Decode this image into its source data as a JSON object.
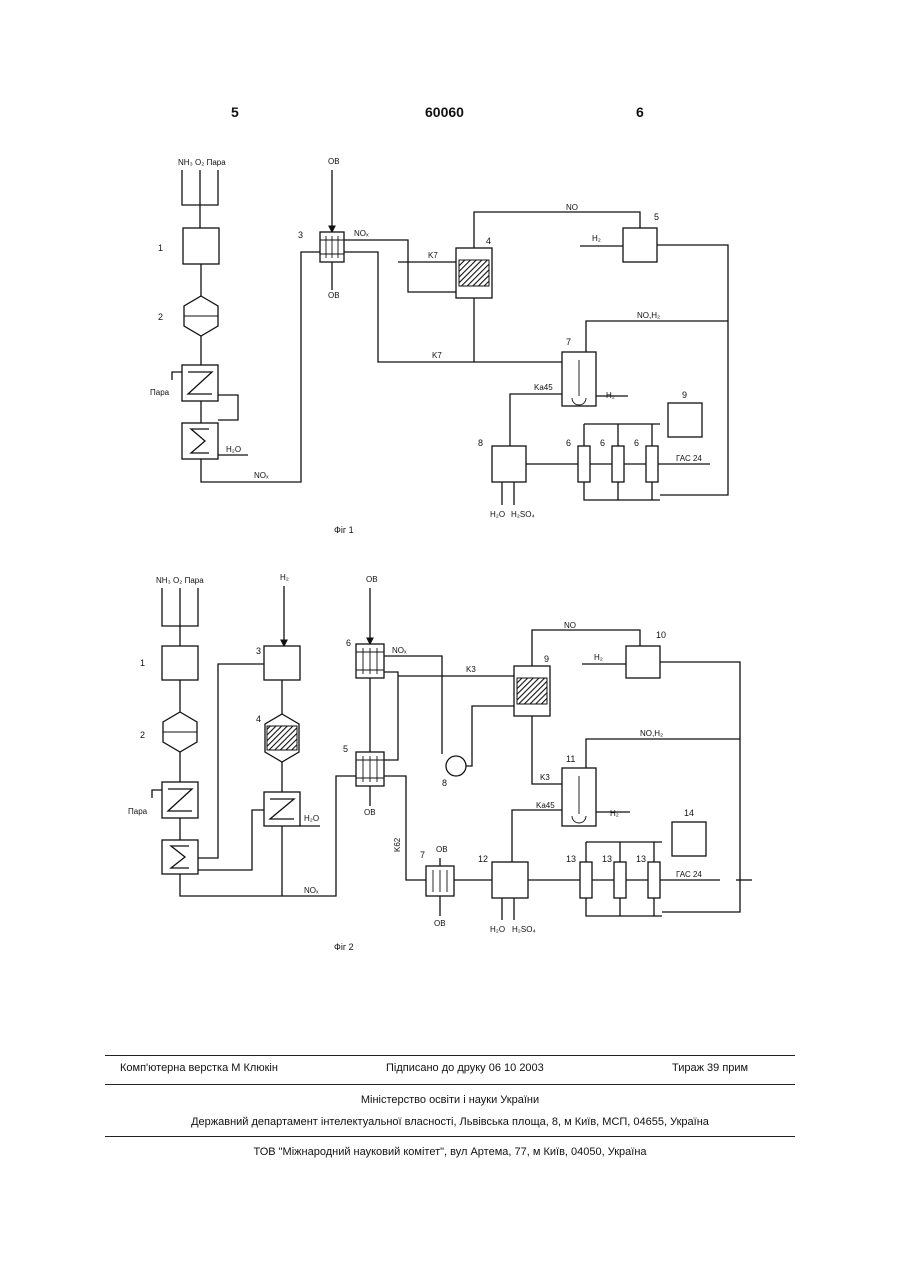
{
  "header": {
    "left_page": "5",
    "patent_number": "60060",
    "right_page": "6"
  },
  "fig1": {
    "caption": "Фіг 1",
    "feeds": "NH₃ O₂ Пара",
    "labels": {
      "ob_in": "OB",
      "ob_out": "OB",
      "nox_top": "NOₓ",
      "nox_bottom": "NOₓ",
      "no": "NO",
      "h2_5": "H₂",
      "k7_a": "K7",
      "k7_b": "K7",
      "no_h2": "NO,H₂",
      "ka45": "Ka45",
      "h2_7": "H₂",
      "steam": "Пара",
      "h2o_cool": "H₂O",
      "h2o_8": "H₂O",
      "h2so4_8": "H₂SO₄",
      "gas24": "ГАС 24"
    },
    "units": {
      "u1": "1",
      "u2": "2",
      "u3": "3",
      "u4": "4",
      "u5": "5",
      "u6a": "6",
      "u6b": "6",
      "u6c": "6",
      "u7": "7",
      "u8": "8",
      "u9": "9"
    }
  },
  "fig2": {
    "caption": "Фіг 2",
    "feeds": "NH₃ O₂ Пара",
    "labels": {
      "h2_top": "H₂",
      "ob_top": "OB",
      "nox_6": "NOₓ",
      "k3_a": "K3",
      "no": "NO",
      "h2_10": "H₂",
      "no_h2": "NO,H₂",
      "k3_b": "K3",
      "ka45": "Ka45",
      "h2_11": "H₂",
      "steam": "Пара",
      "h2o_4": "H₂O",
      "nox_bottom": "NOₓ",
      "ob_5": "OB",
      "k62": "K62",
      "ob_7_in": "OB",
      "ob_7_out": "OB",
      "h2o_12": "H₂O",
      "h2so4_12": "H₂SO₄",
      "gas24": "ГАС 24"
    },
    "units": {
      "u1": "1",
      "u2": "2",
      "u3": "3",
      "u4": "4",
      "u5": "5",
      "u6": "6",
      "u7": "7",
      "u8": "8",
      "u9": "9",
      "u10": "10",
      "u11": "11",
      "u12": "12",
      "u13a": "13",
      "u13b": "13",
      "u13c": "13",
      "u14": "14"
    }
  },
  "footer": {
    "typesetting": "Комп'ютерна верстка М  Клюкін",
    "signed": "Підписано до друку 06 10 2003",
    "circulation": "Тираж 39 прим",
    "ministry": "Міністерство освіти і науки України",
    "department": "Державний департамент інтелектуальної власності, Львівська площа, 8, м  Київ, МСП, 04655, Україна",
    "publisher": "ТОВ \"Міжнародний науковий комітет\", вул  Артема, 77, м  Київ, 04050, Україна"
  }
}
